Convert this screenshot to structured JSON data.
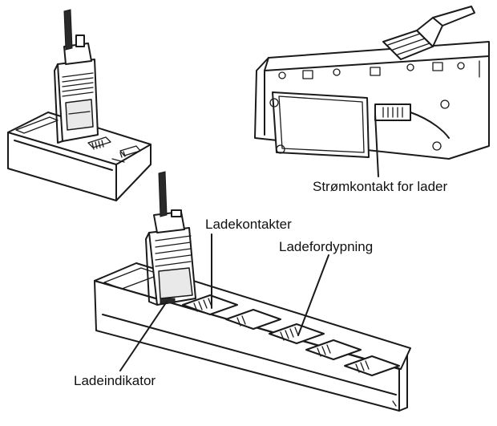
{
  "labels": {
    "power_jack": "Strømkontakt for lader",
    "charging_contacts": "Ladekontakter",
    "charging_pocket": "Ladefordypning",
    "charging_indicator": "Ladeindikator"
  },
  "colors": {
    "line": "#1a1a1a",
    "background": "#ffffff"
  }
}
